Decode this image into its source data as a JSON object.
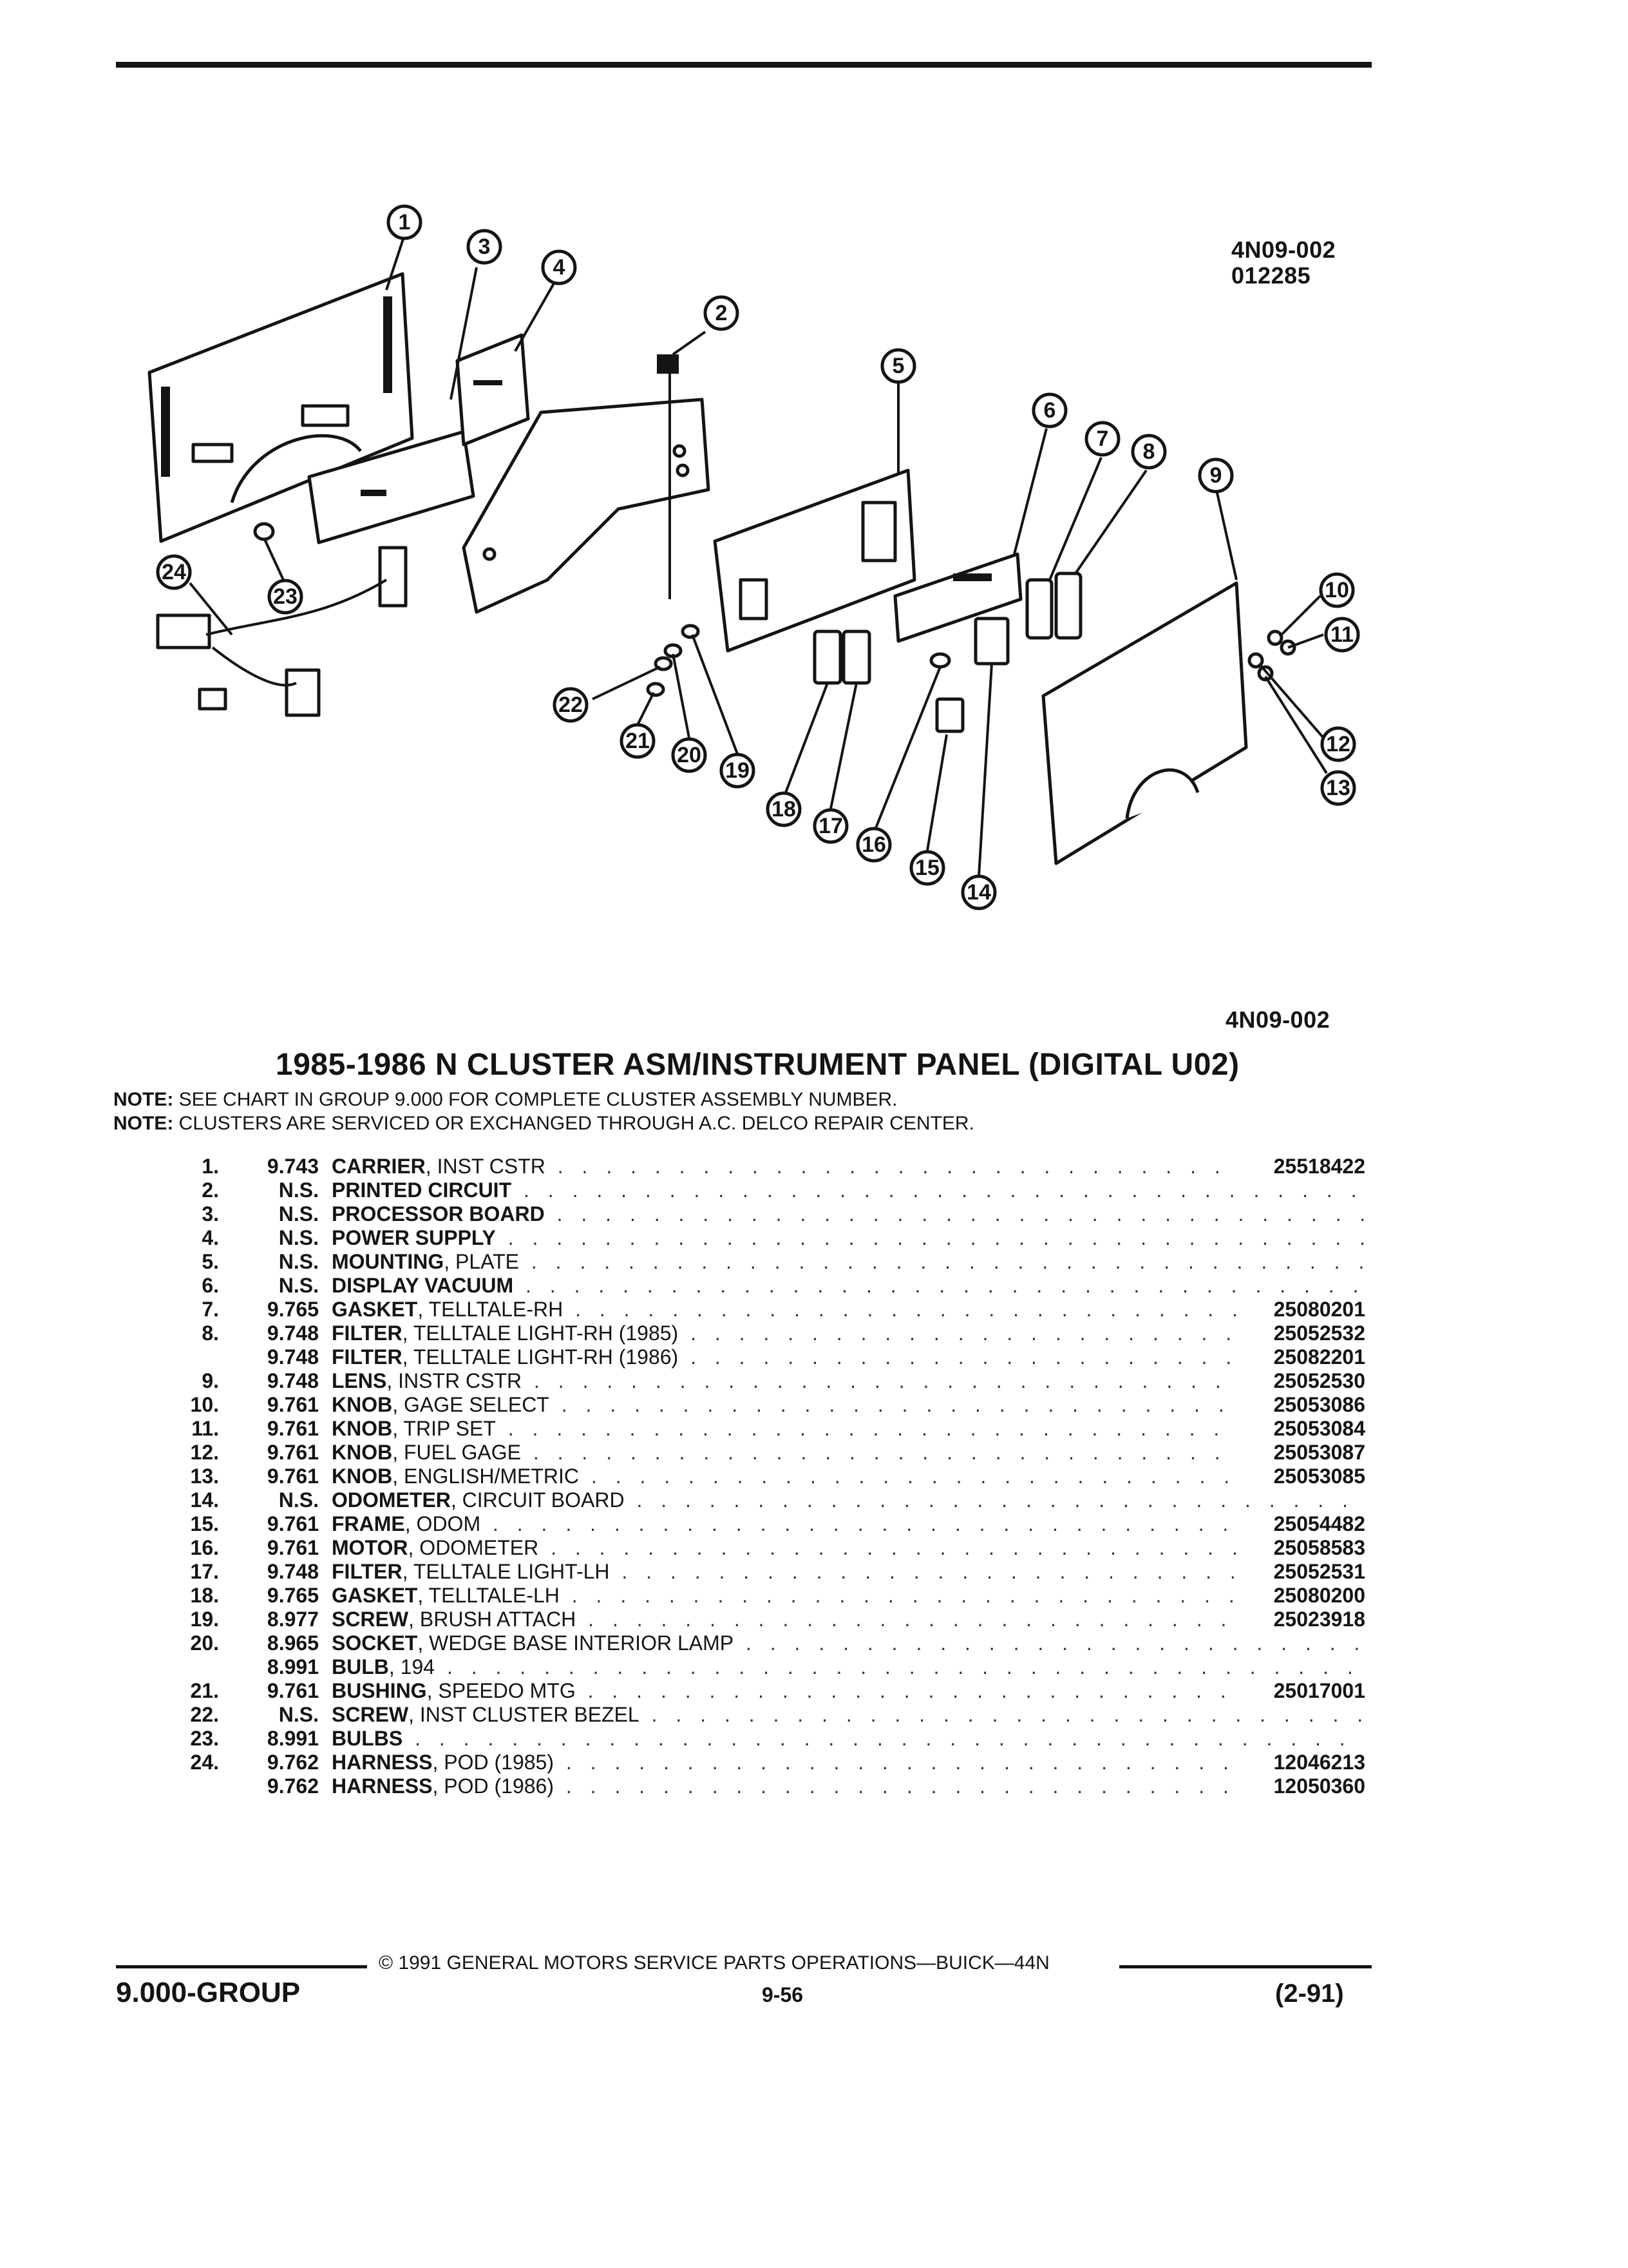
{
  "figure_refs": {
    "top_line1": "4N09-002",
    "top_line2": "012285",
    "bottom": "4N09-002"
  },
  "callouts": [
    "1",
    "2",
    "3",
    "4",
    "5",
    "6",
    "7",
    "8",
    "9",
    "10",
    "11",
    "12",
    "13",
    "14",
    "15",
    "16",
    "17",
    "18",
    "19",
    "20",
    "21",
    "22",
    "23",
    "24"
  ],
  "title": "1985-1986 N CLUSTER ASM/INSTRUMENT PANEL (DIGITAL U02)",
  "notes": [
    {
      "label": "NOTE:",
      "text": "SEE CHART IN GROUP 9.000 FOR COMPLETE CLUSTER ASSEMBLY NUMBER."
    },
    {
      "label": "NOTE:",
      "text": "CLUSTERS ARE SERVICED OR EXCHANGED THROUGH A.C. DELCO REPAIR CENTER."
    }
  ],
  "parts": [
    {
      "item": "1.",
      "group": "9.743",
      "name": "CARRIER",
      "detail": ", INST CSTR",
      "part_no": "25518422"
    },
    {
      "item": "2.",
      "group": "N.S.",
      "name": "PRINTED CIRCUIT",
      "detail": "",
      "part_no": ""
    },
    {
      "item": "3.",
      "group": "N.S.",
      "name": "PROCESSOR BOARD",
      "detail": "",
      "part_no": ""
    },
    {
      "item": "4.",
      "group": "N.S.",
      "name": "POWER SUPPLY",
      "detail": "",
      "part_no": ""
    },
    {
      "item": "5.",
      "group": "N.S.",
      "name": "MOUNTING",
      "detail": ", PLATE",
      "part_no": ""
    },
    {
      "item": "6.",
      "group": "N.S.",
      "name": "DISPLAY VACUUM",
      "detail": "",
      "part_no": ""
    },
    {
      "item": "7.",
      "group": "9.765",
      "name": "GASKET",
      "detail": ", TELLTALE-RH",
      "part_no": "25080201"
    },
    {
      "item": "8.",
      "group": "9.748",
      "name": "FILTER",
      "detail": ", TELLTALE LIGHT-RH (1985)",
      "part_no": "25052532"
    },
    {
      "item": "",
      "group": "9.748",
      "name": "FILTER",
      "detail": ", TELLTALE LIGHT-RH (1986)",
      "part_no": "25082201"
    },
    {
      "item": "9.",
      "group": "9.748",
      "name": "LENS",
      "detail": ", INSTR CSTR",
      "part_no": "25052530"
    },
    {
      "item": "10.",
      "group": "9.761",
      "name": "KNOB",
      "detail": ", GAGE SELECT",
      "part_no": "25053086"
    },
    {
      "item": "11.",
      "group": "9.761",
      "name": "KNOB",
      "detail": ", TRIP SET",
      "part_no": "25053084"
    },
    {
      "item": "12.",
      "group": "9.761",
      "name": "KNOB",
      "detail": ", FUEL GAGE",
      "part_no": "25053087"
    },
    {
      "item": "13.",
      "group": "9.761",
      "name": "KNOB",
      "detail": ", ENGLISH/METRIC",
      "part_no": "25053085"
    },
    {
      "item": "14.",
      "group": "N.S.",
      "name": "ODOMETER",
      "detail": ", CIRCUIT BOARD",
      "part_no": ""
    },
    {
      "item": "15.",
      "group": "9.761",
      "name": "FRAME",
      "detail": ", ODOM",
      "part_no": "25054482"
    },
    {
      "item": "16.",
      "group": "9.761",
      "name": "MOTOR",
      "detail": ", ODOMETER",
      "part_no": "25058583"
    },
    {
      "item": "17.",
      "group": "9.748",
      "name": "FILTER",
      "detail": ", TELLTALE LIGHT-LH",
      "part_no": "25052531"
    },
    {
      "item": "18.",
      "group": "9.765",
      "name": "GASKET",
      "detail": ", TELLTALE-LH",
      "part_no": "25080200"
    },
    {
      "item": "19.",
      "group": "8.977",
      "name": "SCREW",
      "detail": ", BRUSH ATTACH",
      "part_no": "25023918"
    },
    {
      "item": "20.",
      "group": "8.965",
      "name": "SOCKET",
      "detail": ", WEDGE BASE INTERIOR LAMP",
      "part_no": ""
    },
    {
      "item": "",
      "group": "8.991",
      "name": "BULB",
      "detail": ", 194",
      "part_no": ""
    },
    {
      "item": "21.",
      "group": "9.761",
      "name": "BUSHING",
      "detail": ", SPEEDO MTG",
      "part_no": "25017001"
    },
    {
      "item": "22.",
      "group": "N.S.",
      "name": "SCREW",
      "detail": ", INST CLUSTER BEZEL",
      "part_no": ""
    },
    {
      "item": "23.",
      "group": "8.991",
      "name": "BULBS",
      "detail": "",
      "part_no": ""
    },
    {
      "item": "24.",
      "group": "9.762",
      "name": "HARNESS",
      "detail": ", POD (1985)",
      "part_no": "12046213"
    },
    {
      "item": "",
      "group": "9.762",
      "name": "HARNESS",
      "detail": ", POD (1986)",
      "part_no": "12050360"
    }
  ],
  "footer": {
    "copyright": "© 1991 GENERAL MOTORS SERVICE PARTS OPERATIONS—BUICK—44N",
    "group": "9.000-GROUP",
    "page": "9-56",
    "revision": "(2-91)"
  }
}
